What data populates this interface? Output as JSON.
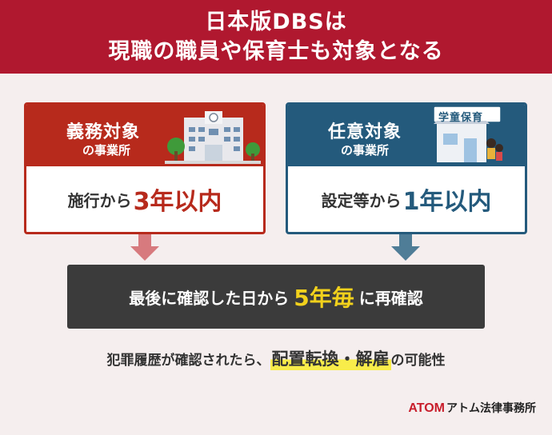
{
  "header": {
    "line1": "日本版DBSは",
    "line2": "現職の職員や保育士も対象となる"
  },
  "card_left": {
    "category": "義務対象",
    "sub": "の事業所",
    "period_prefix": "施行から",
    "period_value": "3年以内",
    "color": "#b72a1c"
  },
  "card_right": {
    "category": "任意対象",
    "sub": "の事業所",
    "sign": "学童保育",
    "period_prefix": "設定等から",
    "period_value": "1年以内",
    "color": "#245a7c"
  },
  "recheck": {
    "prefix": "最後に確認した日から",
    "highlight": "5年毎",
    "suffix": "に再確認"
  },
  "note": {
    "prefix": "犯罪履歴が確認されたら、",
    "highlight": "配置転換・解雇",
    "suffix": "の可能性"
  },
  "logo": {
    "brand": "ATOM",
    "name": "アトム法律事務所"
  },
  "colors": {
    "header": "#b0182f",
    "background": "#f5eeee",
    "bar": "#3b3b3b",
    "accent_yellow": "#f2d11c",
    "marker": "#f8ec4a",
    "arrow_left": "#d77a7e",
    "arrow_right": "#4f7d97"
  }
}
